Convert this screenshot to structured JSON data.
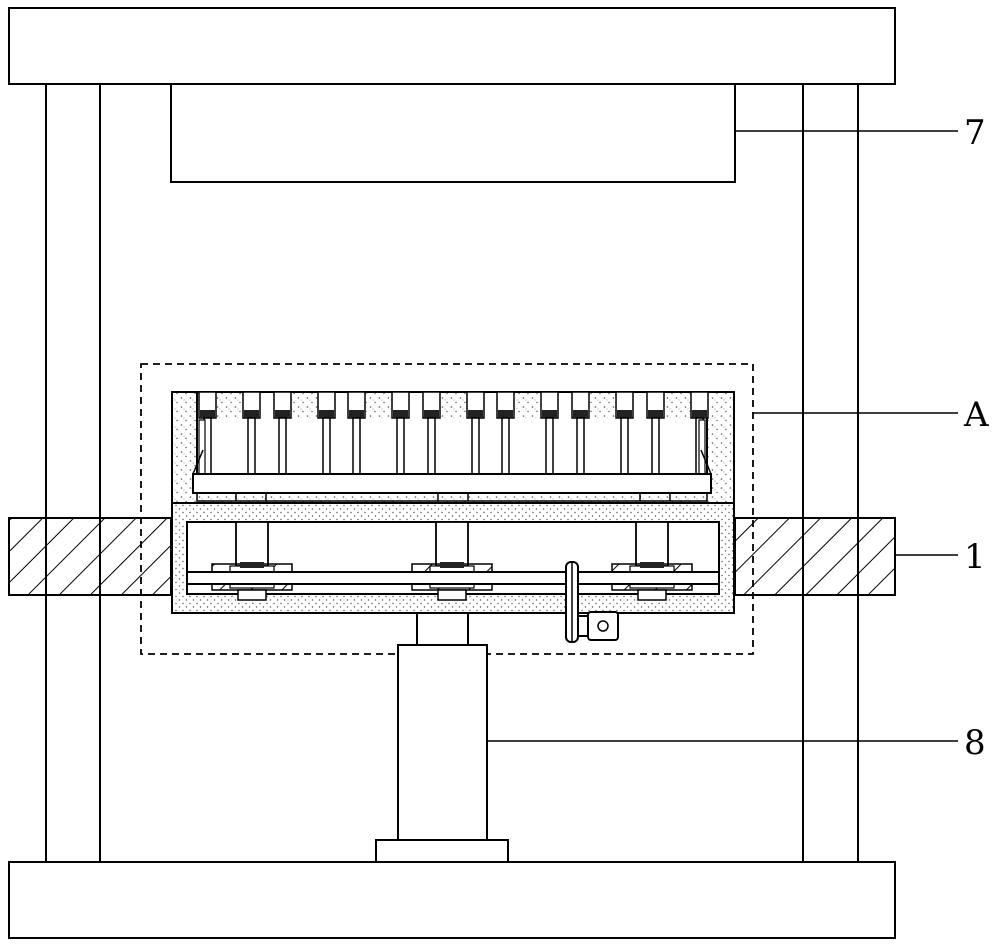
{
  "labels": {
    "l7": "7",
    "lA": "A",
    "l1": "1",
    "l8": "8"
  },
  "colors": {
    "stroke": "#000000",
    "background": "#ffffff",
    "stipple": "#555555"
  }
}
